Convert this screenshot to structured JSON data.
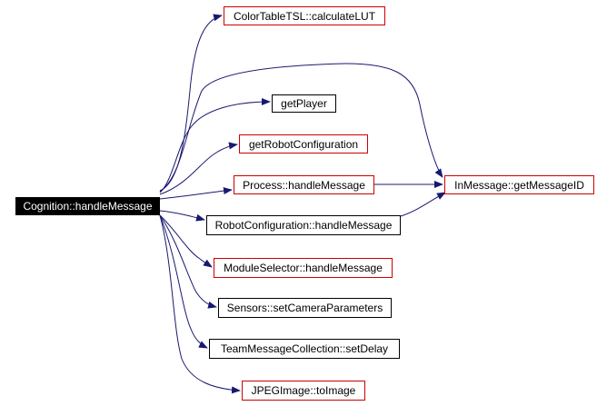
{
  "diagram": {
    "nodes": [
      {
        "id": "root",
        "label": "Cognition::handleMessage",
        "style": "root"
      },
      {
        "id": "n1",
        "label": "ColorTableTSL::calculateLUT",
        "style": "red"
      },
      {
        "id": "n2",
        "label": "getPlayer",
        "style": "black"
      },
      {
        "id": "n3",
        "label": "getRobotConfiguration",
        "style": "red"
      },
      {
        "id": "n4",
        "label": "Process::handleMessage",
        "style": "red"
      },
      {
        "id": "n5",
        "label": "InMessage::getMessageID",
        "style": "red"
      },
      {
        "id": "n6",
        "label": "RobotConfiguration::handleMessage",
        "style": "black"
      },
      {
        "id": "n7",
        "label": "ModuleSelector::handleMessage",
        "style": "red"
      },
      {
        "id": "n8",
        "label": "Sensors::setCameraParameters",
        "style": "black"
      },
      {
        "id": "n9",
        "label": "TeamMessageCollection::setDelay",
        "style": "black"
      },
      {
        "id": "n10",
        "label": "JPEGImage::toImage",
        "style": "red"
      }
    ],
    "edges": [
      {
        "from": "root",
        "to": "n1"
      },
      {
        "from": "root",
        "to": "n2"
      },
      {
        "from": "root",
        "to": "n3"
      },
      {
        "from": "root",
        "to": "n4"
      },
      {
        "from": "root",
        "to": "n5"
      },
      {
        "from": "root",
        "to": "n6"
      },
      {
        "from": "root",
        "to": "n7"
      },
      {
        "from": "root",
        "to": "n8"
      },
      {
        "from": "root",
        "to": "n9"
      },
      {
        "from": "root",
        "to": "n10"
      },
      {
        "from": "n4",
        "to": "n5"
      },
      {
        "from": "n6",
        "to": "n5"
      }
    ],
    "colors": {
      "edge": "#191970",
      "red_border": "#cc0000",
      "root_fill": "#000000",
      "root_text": "#ffffff"
    }
  }
}
